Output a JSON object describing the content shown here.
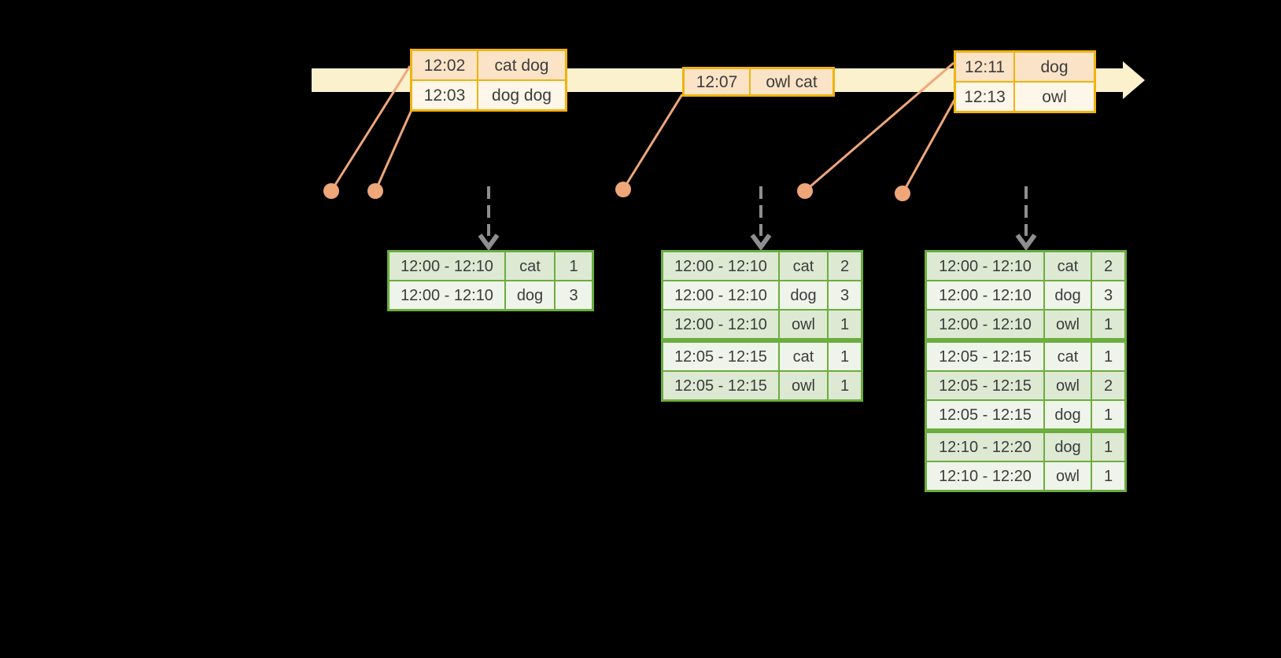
{
  "colors": {
    "band": "#FBF1CC",
    "gold": "#F0B310",
    "peach": "#FAE3C6",
    "cream": "#FDF6E9",
    "salmon": "#EFA679",
    "gray": "#8F8F8F",
    "green": "#6BAD3E",
    "greendark": "#DDE9D3",
    "greenlight": "#EFF4EA",
    "ink": "#3C3C3C",
    "background": "#000000"
  },
  "event_tables": [
    {
      "rows": [
        {
          "time": "12:02",
          "words": "cat dog"
        },
        {
          "time": "12:03",
          "words": "dog dog"
        }
      ]
    },
    {
      "rows": [
        {
          "time": "12:07",
          "words": "owl cat"
        }
      ]
    },
    {
      "rows": [
        {
          "time": "12:11",
          "words": "dog"
        },
        {
          "time": "12:13",
          "words": "owl"
        }
      ]
    }
  ],
  "result_tables": [
    {
      "rows": [
        {
          "window": "12:00 - 12:10",
          "word": "cat",
          "count": "1"
        },
        {
          "window": "12:00 - 12:10",
          "word": "dog",
          "count": "3"
        }
      ]
    },
    {
      "rows": [
        {
          "window": "12:00 - 12:10",
          "word": "cat",
          "count": "2"
        },
        {
          "window": "12:00 - 12:10",
          "word": "dog",
          "count": "3"
        },
        {
          "window": "12:00 - 12:10",
          "word": "owl",
          "count": "1"
        },
        {
          "window": "12:05 - 12:15",
          "word": "cat",
          "count": "1"
        },
        {
          "window": "12:05 - 12:15",
          "word": "owl",
          "count": "1"
        }
      ]
    },
    {
      "rows": [
        {
          "window": "12:00 - 12:10",
          "word": "cat",
          "count": "2"
        },
        {
          "window": "12:00 - 12:10",
          "word": "dog",
          "count": "3"
        },
        {
          "window": "12:00 - 12:10",
          "word": "owl",
          "count": "1"
        },
        {
          "window": "12:05 - 12:15",
          "word": "cat",
          "count": "1"
        },
        {
          "window": "12:05 - 12:15",
          "word": "owl",
          "count": "2"
        },
        {
          "window": "12:05 - 12:15",
          "word": "dog",
          "count": "1"
        },
        {
          "window": "12:10 - 12:20",
          "word": "dog",
          "count": "1"
        },
        {
          "window": "12:10 - 12:20",
          "word": "owl",
          "count": "1"
        }
      ]
    }
  ]
}
